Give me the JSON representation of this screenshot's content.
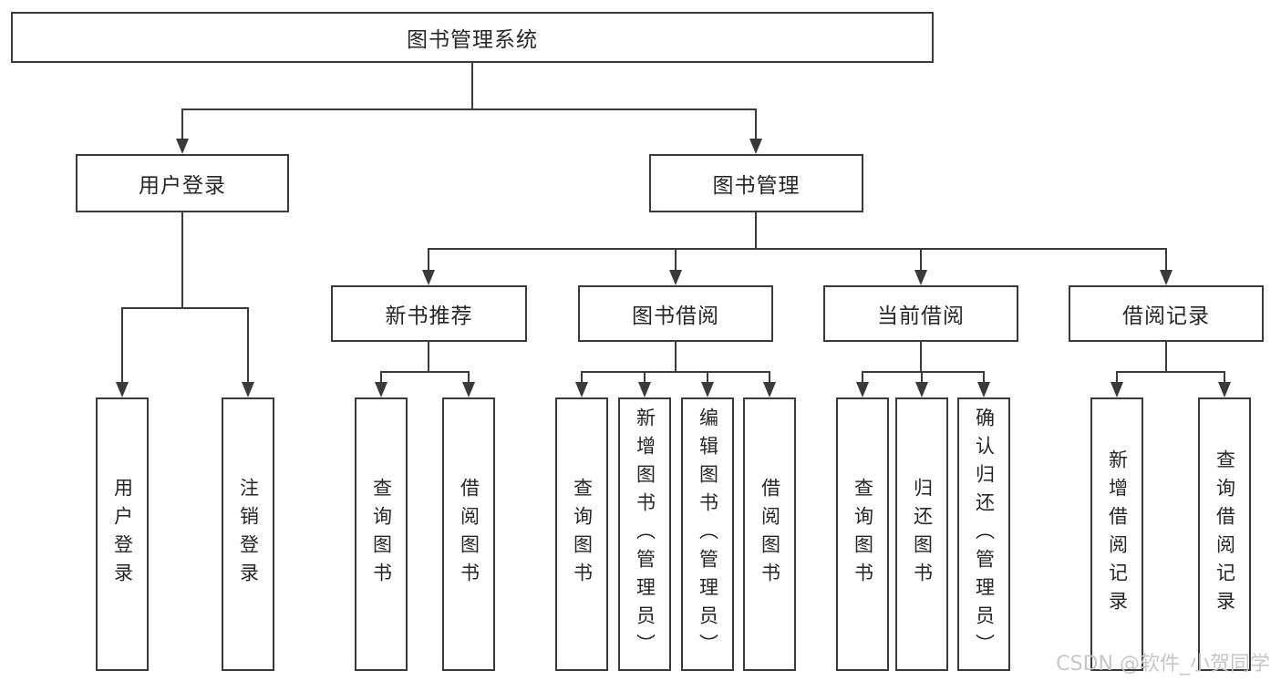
{
  "diagram": {
    "title": "图书管理系统",
    "watermark": "CSDN @软件_小贺同学",
    "colors": {
      "line": "#3a3a3a",
      "box_border": "#3a3a3a",
      "text": "#262626",
      "background": "#ffffff",
      "watermark": "#c3c3c3"
    },
    "tree": {
      "root": {
        "label": "图书管理系统"
      },
      "children": [
        {
          "label": "用户登录",
          "children": [
            {
              "label": "用户登录"
            },
            {
              "label": "注销登录"
            }
          ]
        },
        {
          "label": "图书管理",
          "children": [
            {
              "label": "新书推荐",
              "children": [
                {
                  "label": "查询图书"
                },
                {
                  "label": "借阅图书"
                }
              ]
            },
            {
              "label": "图书借阅",
              "children": [
                {
                  "label": "查询图书"
                },
                {
                  "label": "新增图书（管理员）"
                },
                {
                  "label": "编辑图书（管理员）"
                },
                {
                  "label": "借阅图书"
                }
              ]
            },
            {
              "label": "当前借阅",
              "children": [
                {
                  "label": "查询图书"
                },
                {
                  "label": "归还图书"
                },
                {
                  "label": "确认归还（管理员）"
                }
              ]
            },
            {
              "label": "借阅记录",
              "children": [
                {
                  "label": "新增借阅记录"
                },
                {
                  "label": "查询借阅记录"
                }
              ]
            }
          ]
        }
      ]
    }
  }
}
